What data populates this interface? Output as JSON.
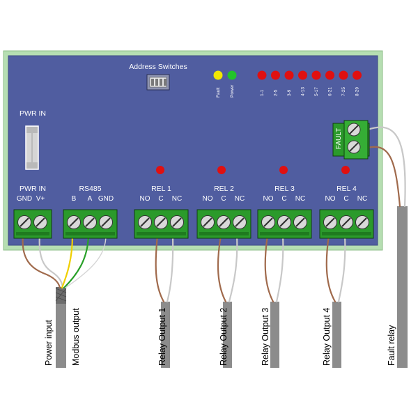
{
  "panel": {
    "address_switches_label": "Address Switches",
    "pwr_in_fuse_label": "PWR IN",
    "fault_terminal_label": "FAULT"
  },
  "status_leds": [
    {
      "label": "Fault",
      "color": "#f2e600"
    },
    {
      "label": "Power",
      "color": "#22c32a"
    }
  ],
  "address_leds": {
    "color": "#e01010",
    "labels": [
      "1-1",
      "2-5",
      "3-9",
      "4-13",
      "5-17",
      "6-21",
      "7-25",
      "8-29"
    ]
  },
  "terminal_blocks": [
    {
      "title": "PWR IN",
      "pins": [
        "GND",
        "V+"
      ]
    },
    {
      "title": "RS485",
      "pins": [
        "B",
        "A",
        "GND"
      ]
    },
    {
      "title": "REL 1",
      "pins": [
        "NO",
        "C",
        "NC"
      ]
    },
    {
      "title": "REL 2",
      "pins": [
        "NO",
        "C",
        "NC"
      ]
    },
    {
      "title": "REL 3",
      "pins": [
        "NO",
        "C",
        "NC"
      ]
    },
    {
      "title": "REL 4",
      "pins": [
        "NO",
        "C",
        "NC"
      ]
    }
  ],
  "cable_labels": [
    "Power input",
    "Modbus output",
    "Relay Output 1",
    "Relay Output 2",
    "Relay Output 3",
    "Relay Output 4",
    "Fault relay"
  ],
  "colors": {
    "board_fill": "#505da0",
    "board_border": "#b6deb2",
    "terminal_green": "#2b9a2b",
    "cable_gray": "#8c8c8c",
    "wire_brown": "#a06a4c",
    "wire_light_gray": "#c8c8c8",
    "wire_yellow": "#f0cf00",
    "wire_green": "#28a028"
  }
}
